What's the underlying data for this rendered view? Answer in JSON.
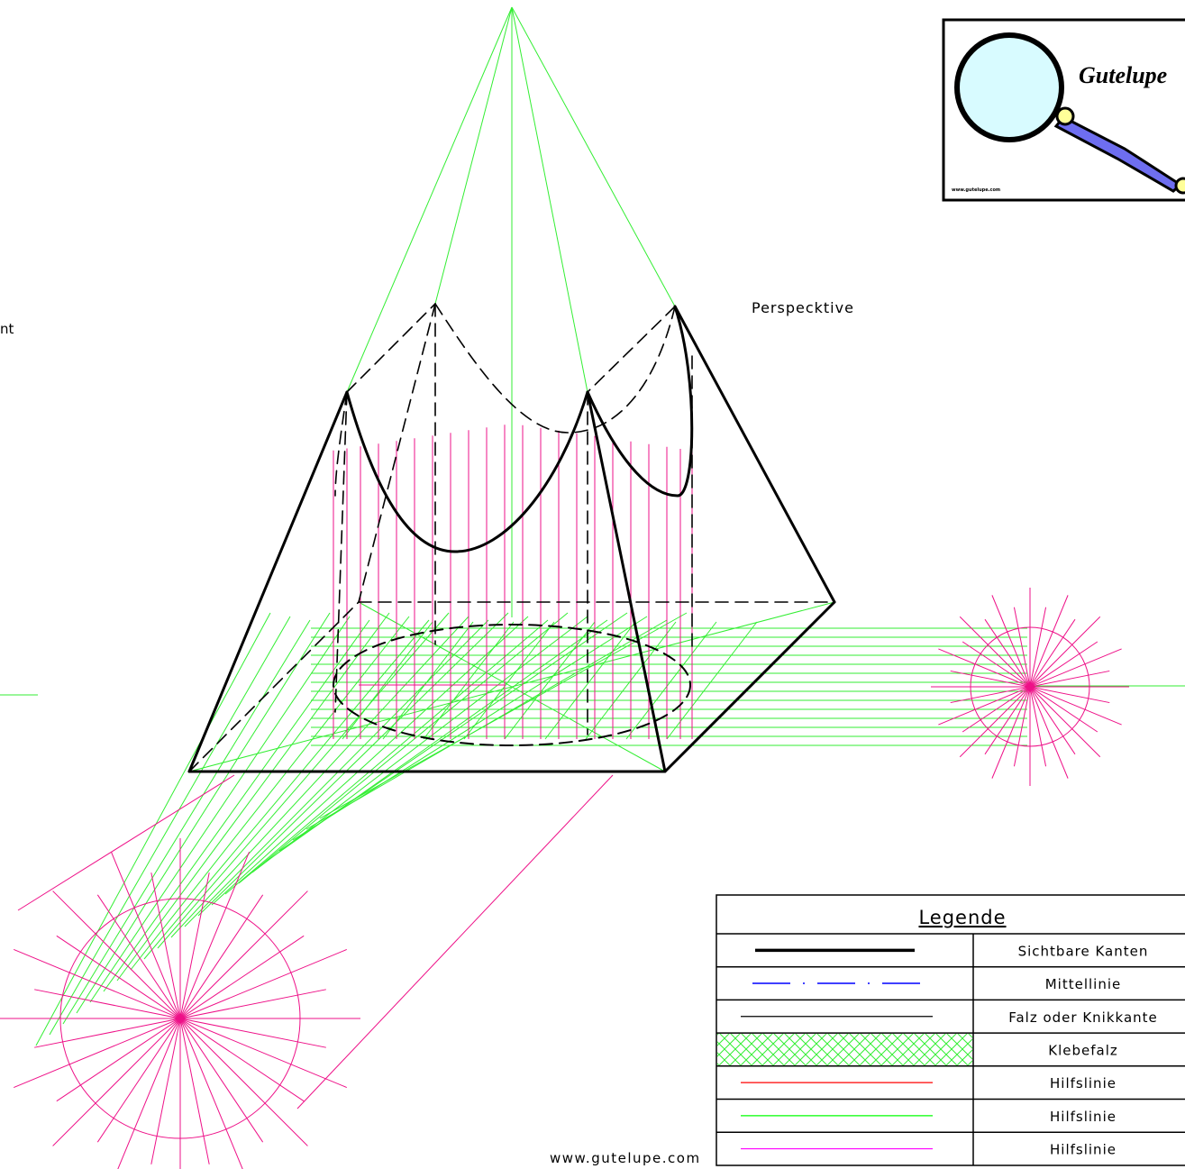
{
  "texts": {
    "cut_label": "nt",
    "perspective_label": "Perspecktive",
    "footer_url": "www.gutelupe.com"
  },
  "logo": {
    "name": "Gutelupe",
    "small_url": "www.gutelupe.com"
  },
  "legend": {
    "title": "Legende",
    "rows": [
      {
        "label": "Sichtbare Kanten",
        "line": "thick-solid",
        "color": "#000000"
      },
      {
        "label": "Mittellinie",
        "line": "dash-dot",
        "color": "#0000ff"
      },
      {
        "label": "Falz oder Knikkante",
        "line": "thin-solid",
        "color": "#000000"
      },
      {
        "label": "Klebefalz",
        "line": "crosshatch",
        "color": "#00ff00"
      },
      {
        "label": "Hilfslinie",
        "line": "thin-solid",
        "color": "#ff0000"
      },
      {
        "label": "Hilfslinie",
        "line": "thin-solid",
        "color": "#00ff00"
      },
      {
        "label": "Hilfslinie",
        "line": "thin-solid",
        "color": "#ff00ff"
      }
    ]
  },
  "colors": {
    "green": "#33ee33",
    "magenta": "#ee1188",
    "black": "#000000",
    "lens_fill": "#d8fbff",
    "handle_fill": "#6e6ef0",
    "ring_fill": "#ffff99"
  }
}
